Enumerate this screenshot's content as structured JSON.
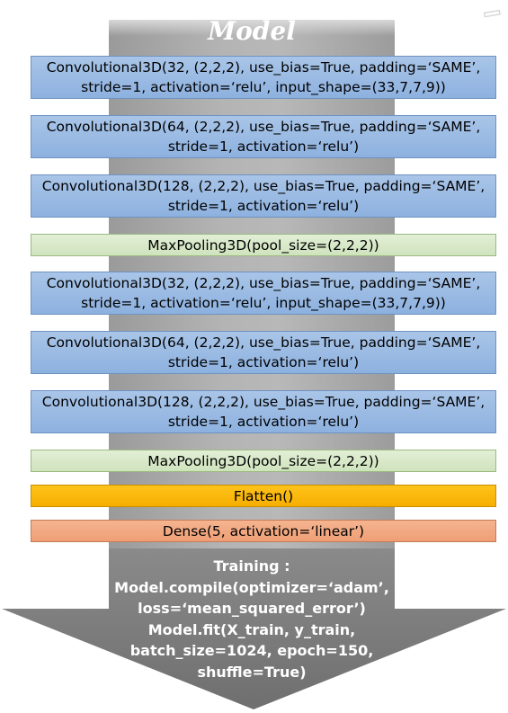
{
  "title": "Model",
  "layers": [
    {
      "type": "conv",
      "line1": "Convolutional3D(32, (2,2,2), use_bias=True, padding=‘SAME’,",
      "line2": "stride=1, activation=‘relu’, input_shape=(33,7,7,9))"
    },
    {
      "type": "conv",
      "line1": "Convolutional3D(64, (2,2,2), use_bias=True, padding=‘SAME’,",
      "line2": "stride=1, activation=‘relu’)"
    },
    {
      "type": "conv",
      "line1": "Convolutional3D(128, (2,2,2), use_bias=True, padding=‘SAME’,",
      "line2": "stride=1, activation=‘relu’)"
    },
    {
      "type": "pool",
      "line1": "MaxPooling3D(pool_size=(2,2,2))"
    },
    {
      "type": "conv",
      "line1": "Convolutional3D(32, (2,2,2), use_bias=True, padding=‘SAME’,",
      "line2": "stride=1, activation=‘relu’, input_shape=(33,7,7,9))"
    },
    {
      "type": "conv",
      "line1": "Convolutional3D(64, (2,2,2), use_bias=True, padding=‘SAME’,",
      "line2": "stride=1, activation=‘relu’)"
    },
    {
      "type": "conv",
      "line1": "Convolutional3D(128, (2,2,2), use_bias=True, padding=‘SAME’,",
      "line2": "stride=1, activation=‘relu’)"
    },
    {
      "type": "pool",
      "line1": "MaxPooling3D(pool_size=(2,2,2))"
    },
    {
      "type": "flatten",
      "line1": "Flatten()"
    },
    {
      "type": "dense",
      "line1": "Dense(5, activation=‘linear’)"
    }
  ],
  "training": [
    "Training :",
    "Model.compile(optimizer=‘adam’,",
    "loss=‘mean_squared_error’)",
    "Model.fit(X_train, y_train,",
    "batch_size=1024, epoch=150,",
    "shuffle=True)"
  ],
  "colors": {
    "conv": "#9dbde6",
    "pool": "#d8e9c9",
    "flatten": "#ffb900",
    "dense": "#f2aa83",
    "spine": "#b0b0b0",
    "arrow": "#7f7f7f"
  }
}
